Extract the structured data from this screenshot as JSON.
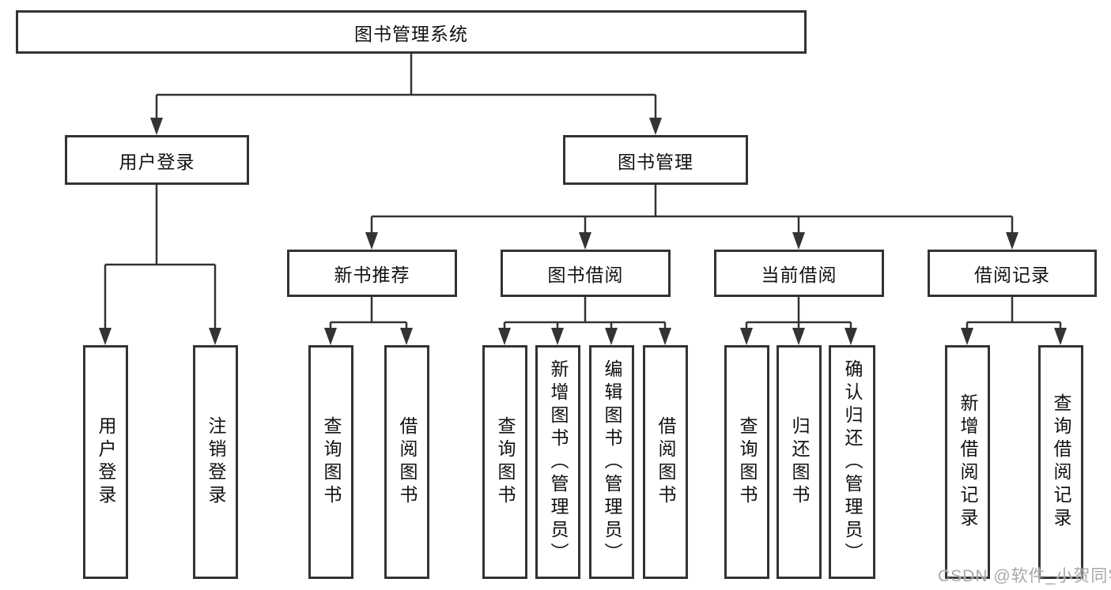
{
  "colors": {
    "line": "#333333",
    "border": "#333333",
    "text": "#111111",
    "watermark": "#a8a8a8",
    "background": "#ffffff"
  },
  "chart": {
    "root": "图书管理系统",
    "level2": {
      "user_login": "用户登录",
      "book_management": "图书管理"
    },
    "level3": {
      "new_book_recommend": "新书推荐",
      "book_borrow": "图书借阅",
      "current_borrow": "当前借阅",
      "borrow_records": "借阅记录"
    },
    "leaves": {
      "user_login": "用户登录",
      "logout": "注销登录",
      "nb_query": "查询图书",
      "nb_borrow": "借阅图书",
      "bb_query": "查询图书",
      "bb_add": "新增图书（管理员）",
      "bb_edit": "编辑图书（管理员）",
      "bb_borrow": "借阅图书",
      "cb_query": "查询图书",
      "cb_return": "归还图书",
      "cb_confirm": "确认归还（管理员）",
      "br_add": "新增借阅记录",
      "br_query": "查询借阅记录"
    }
  },
  "watermark": "CSDN @软件_小贺同学"
}
